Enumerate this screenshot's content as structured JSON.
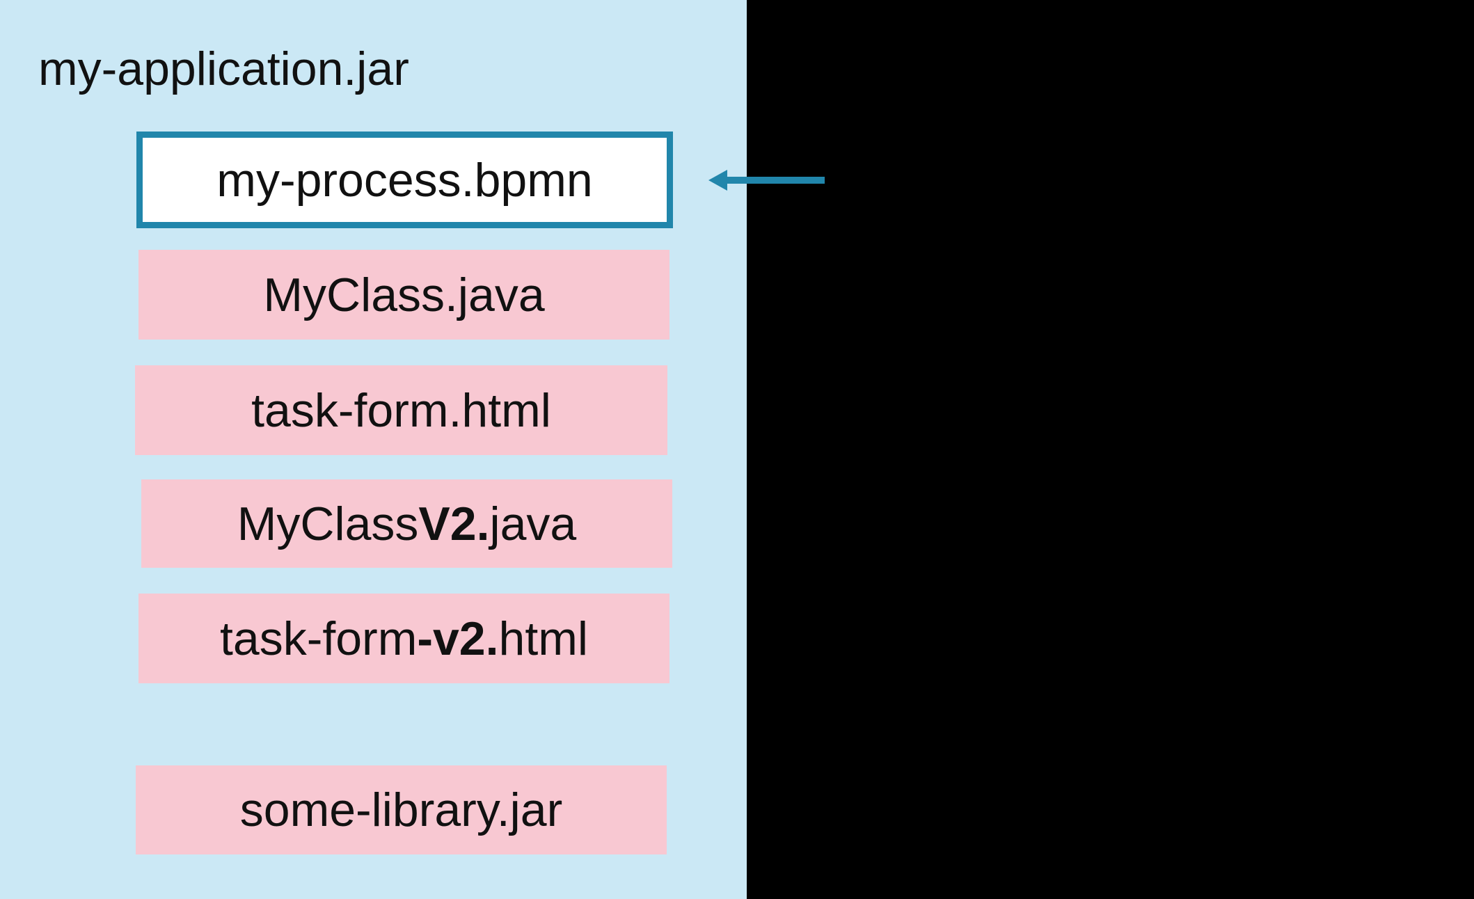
{
  "diagram": {
    "title": "my-application.jar",
    "process_file": {
      "label": "my-process.bpmn"
    },
    "files": [
      {
        "parts": [
          {
            "text": "MyClass.java",
            "bold": false
          }
        ]
      },
      {
        "parts": [
          {
            "text": "task-form.html",
            "bold": false
          }
        ]
      },
      {
        "parts": [
          {
            "text": "MyClass",
            "bold": false
          },
          {
            "text": "V2.",
            "bold": true
          },
          {
            "text": "java",
            "bold": false
          }
        ]
      },
      {
        "parts": [
          {
            "text": "task-form",
            "bold": false
          },
          {
            "text": "-v2.",
            "bold": true
          },
          {
            "text": "html",
            "bold": false
          }
        ]
      },
      {
        "parts": [
          {
            "text": "some-library.jar",
            "bold": false
          }
        ]
      }
    ],
    "arrow": {
      "direction": "left",
      "points_to": "my-process.bpmn"
    },
    "colors": {
      "panel_bg": "#cbe8f5",
      "backdrop": "#000000",
      "file_box_bg": "#f8c8d2",
      "accent": "#2186ab",
      "highlight_bg": "#ffffff",
      "text": "#111111"
    }
  }
}
